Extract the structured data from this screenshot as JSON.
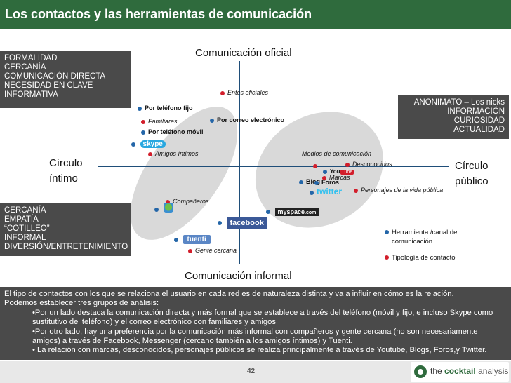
{
  "title": "Los contactos y las herramientas de comunicación",
  "axes": {
    "top": "Comunicación oficial",
    "bottom": "Comunicación informal",
    "left": [
      "Círculo",
      "íntimo"
    ],
    "right": [
      "Círculo",
      "público"
    ]
  },
  "boxes": {
    "top_left": [
      "FORMALIDAD",
      "CERCANÍA",
      "COMUNICACIÓN DIRECTA",
      "NECESIDAD EN CLAVE",
      "INFORMATIVA"
    ],
    "top_right": [
      "ANONIMATO – Los nicks",
      "INFORMACIÓN",
      "CURIOSIDAD",
      "ACTUALIDAD"
    ],
    "bottom_left": [
      "CERCANÍA",
      "EMPATÍA",
      "“COTILLEO”",
      "INFORMAL",
      "DIVERSIÓN/ENTRETENIMIENTO"
    ]
  },
  "points": {
    "entes_oficiales": "Entes oficiales",
    "telefono_fijo": "Por teléfono fijo",
    "familiares": "Familiares",
    "correo": "Por correo electrónico",
    "telefono_movil": "Por teléfono móvil",
    "amigos_intimos": "Amigos íntimos",
    "medios": "Medios de comunicación",
    "desconocidos": "Desconocidos",
    "marcas": "Marcas",
    "blog": "Blog",
    "foros": "Foros",
    "personajes": "Personajes de la vida pública",
    "companeros": "Compañeros",
    "gente_cercana": "Gente cercana"
  },
  "logos": {
    "skype": "skype",
    "youtube_you": "You",
    "youtube_tube": "Tube",
    "twitter": "twitter",
    "myspace": "myspace",
    "myspace_com": ".com",
    "facebook": "facebook",
    "tuenti": "tuenti"
  },
  "legend": {
    "tool": "Herramienta /canal de comunicación",
    "contact": "Tipología de contacto"
  },
  "body_text": {
    "line1": "El tipo de contactos con los que se relaciona el usuario en cada red es de naturaleza distinta y va a influir en cómo es la relación.",
    "line2": "Podemos establecer tres grupos de análisis:",
    "bullet1": "•Por un lado destaca la comunicación directa y más formal que se establece a través del teléfono (móvil y fijo, e incluso Skype como sustitutivo del teléfono) y el correo electrónico con familiares y amigos",
    "bullet2": "•Por otro lado, hay una preferencia por la comunicación más informal con compañeros y gente cercana (no son necesariamente amigos) a través de Facebook, Messenger (cercano también a los amigos íntimos) y Tuenti.",
    "bullet3": "• La relación con marcas, desconocidos, personajes públicos se realiza principalmente a través de Youtube, Blogs, Foros,y Twitter."
  },
  "page_number": "42",
  "brand": {
    "the": "the",
    "cocktail": "cocktail",
    "analysis": "analysis"
  },
  "colors": {
    "title_bar": "#2f6b3d",
    "box": "#4a4a4a",
    "tool_dot": "#2466a8",
    "contact_dot": "#d21e2b",
    "axis": "#1f4e79",
    "ellipse": "#d9d9d9"
  }
}
